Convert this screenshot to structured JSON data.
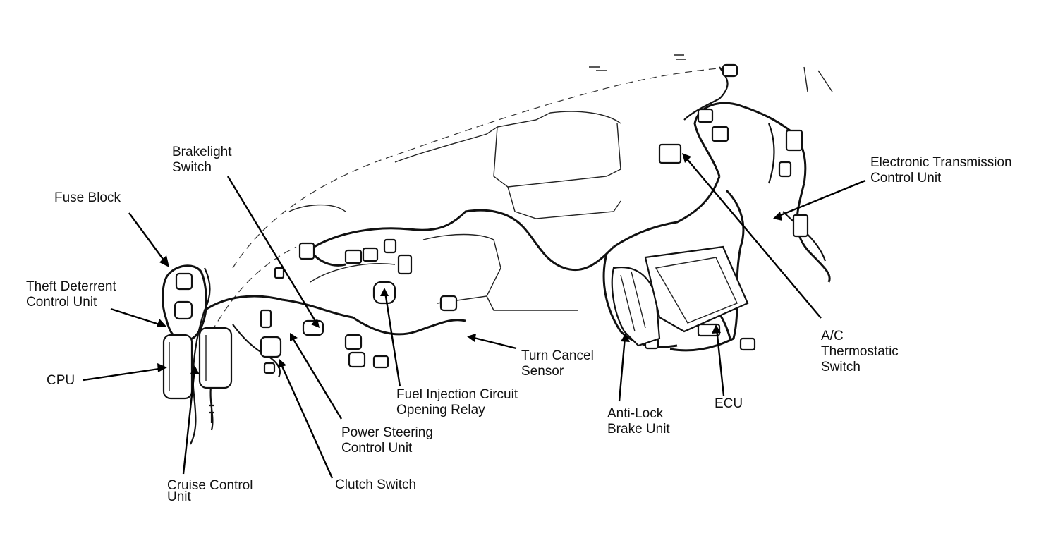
{
  "labels": {
    "fuse_block": "Fuse Block",
    "theft_deterrent_1": "Theft Deterrent",
    "theft_deterrent_2": "Control Unit",
    "cpu": "CPU",
    "cruise_control_1": "Cruise Control",
    "cruise_control_2": "Unit",
    "brakelight_1": "Brakelight",
    "brakelight_2": "Switch",
    "power_steering_1": "Power Steering",
    "power_steering_2": "Control Unit",
    "clutch_switch": "Clutch Switch",
    "fuel_injection_1": "Fuel Injection Circuit",
    "fuel_injection_2": "Opening Relay",
    "turn_cancel_1": "Turn Cancel",
    "turn_cancel_2": "Sensor",
    "anti_lock_1": "Anti-Lock",
    "anti_lock_2": "Brake Unit",
    "ecu": "ECU",
    "ac_thermo_1": "A/C",
    "ac_thermo_2": "Thermostatic",
    "ac_thermo_3": "Switch",
    "etcu_1": "Electronic Transmission",
    "etcu_2": "Control Unit"
  }
}
